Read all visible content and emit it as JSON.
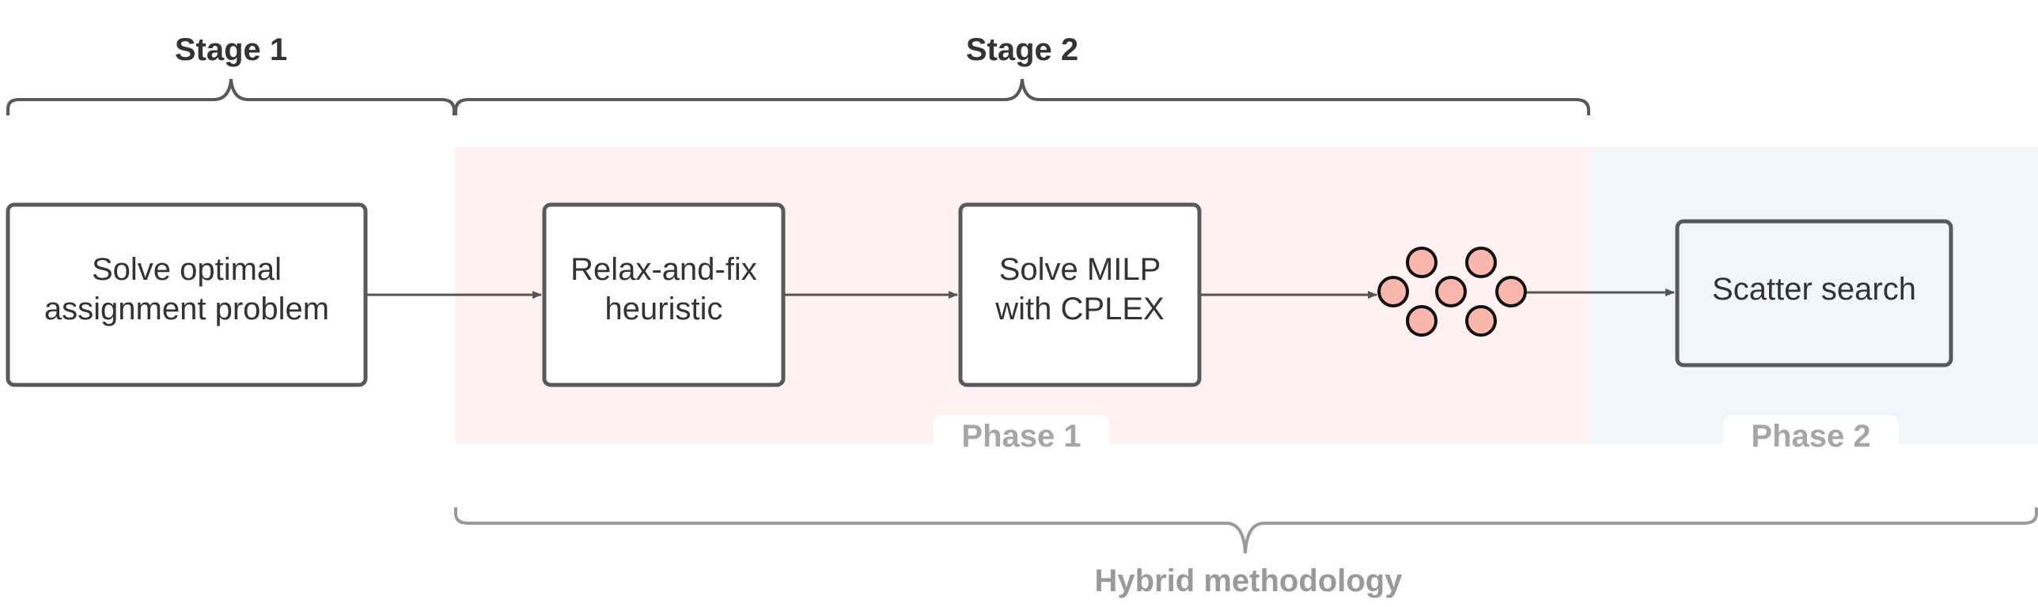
{
  "stages": {
    "stage1_label": "Stage 1",
    "stage2_label": "Stage 2"
  },
  "phases": {
    "phase1_label": "Phase 1",
    "phase2_label": "Phase 2",
    "methodology_label": "Hybrid methodology"
  },
  "boxes": {
    "assignment": {
      "line1": "Solve optimal",
      "line2": "assignment problem"
    },
    "relax_fix": {
      "line1": "Relax-and-fix",
      "line2": "heuristic"
    },
    "milp": {
      "line1": "Solve MILP",
      "line2": "with CPLEX"
    },
    "scatter": {
      "line1": "Scatter search"
    }
  },
  "colors": {
    "phase1_bg": "#fff1f1",
    "phase2_bg": "#f2f6fa",
    "solution_dot": "#f8b6ad",
    "box_stroke": "#595959",
    "arrow": "#555555"
  }
}
